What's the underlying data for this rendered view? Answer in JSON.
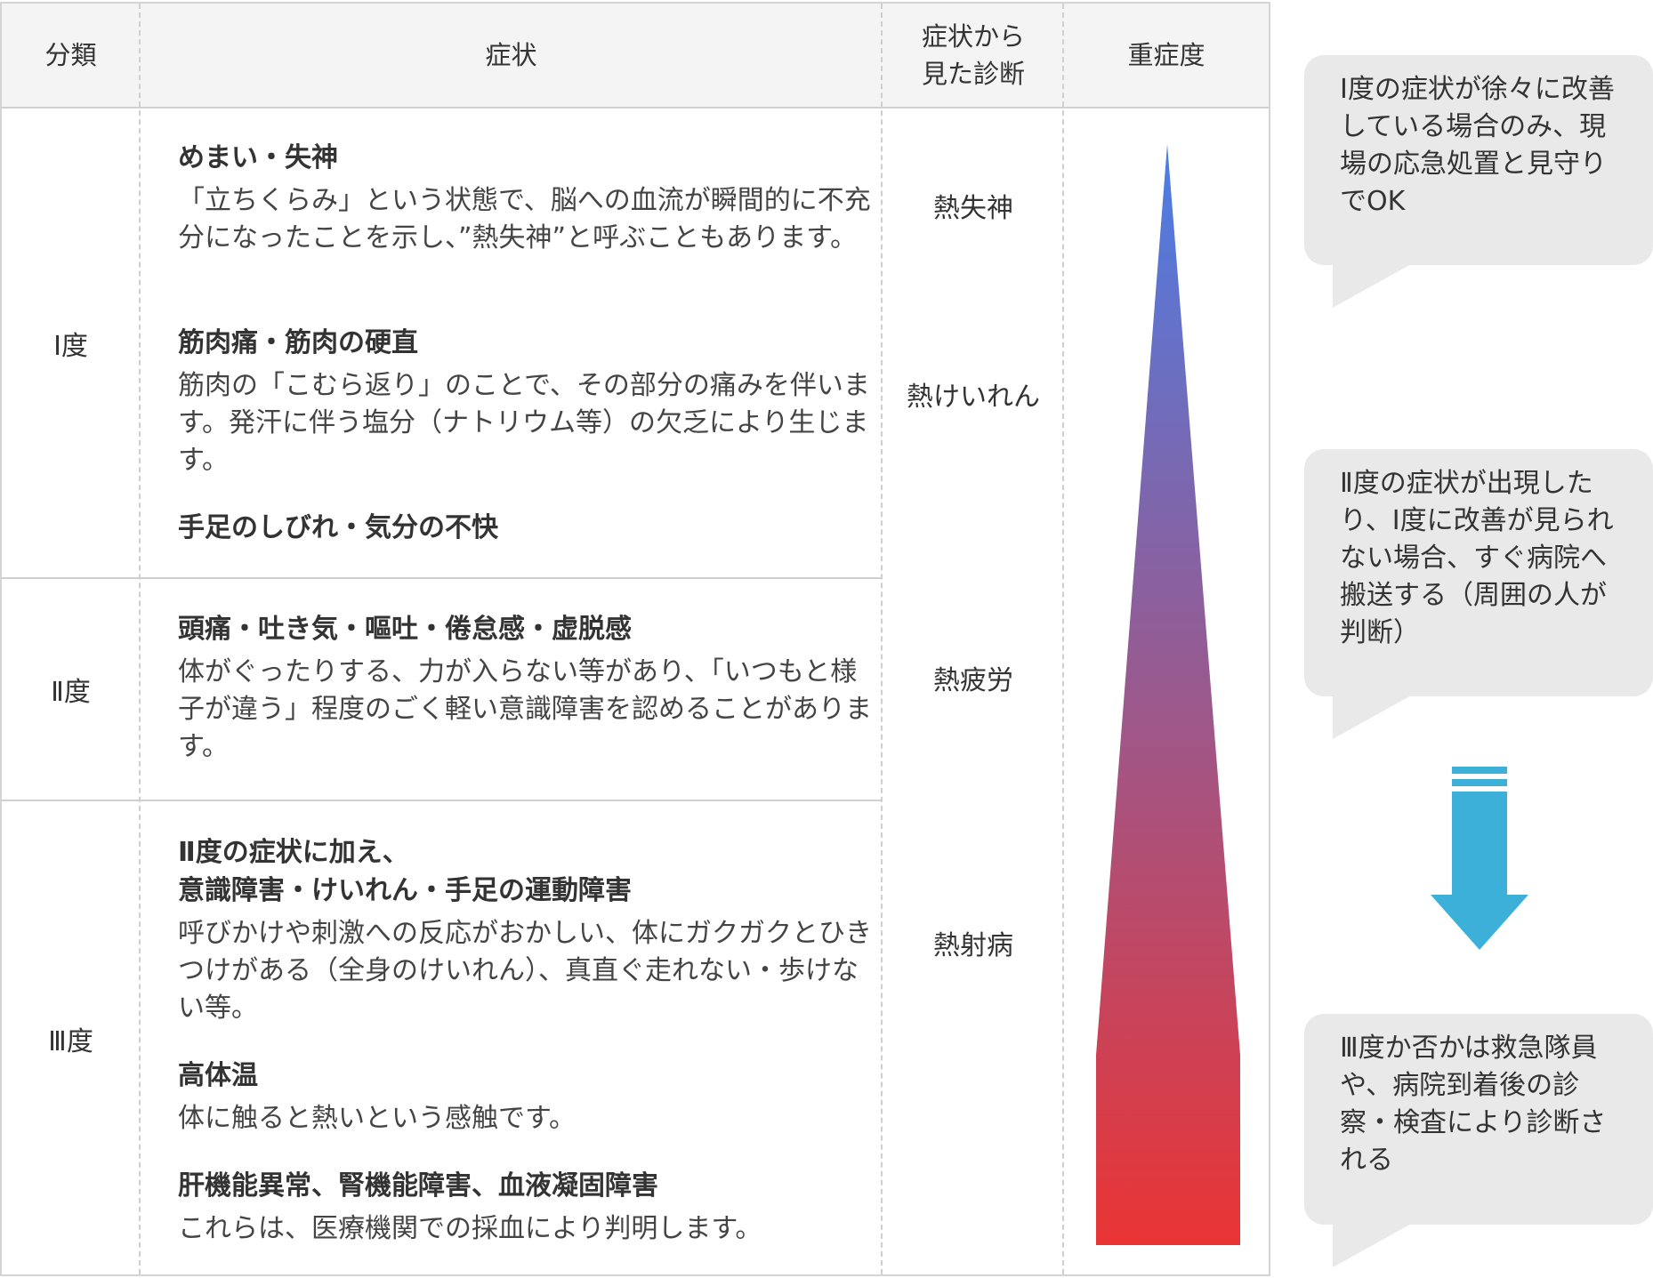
{
  "header": {
    "col1": "分類",
    "col2": "症状",
    "col3_line1": "症状から",
    "col3_line2": "見た診断",
    "col4": "重症度"
  },
  "rows": [
    {
      "grade": "Ⅰ度",
      "symptoms": [
        {
          "title": "めまい・失神",
          "desc": "「立ちくらみ」という状態で、脳への血流が瞬間的に不充分になったことを示し、”熱失神”と呼ぶこともあります。"
        },
        {
          "title": "筋肉痛・筋肉の硬直",
          "desc": "筋肉の「こむら返り」のことで、その部分の痛みを伴います。発汗に伴う塩分（ナトリウム等）の欠乏により生じます。"
        },
        {
          "title": "手足のしびれ・気分の不快",
          "desc": ""
        }
      ]
    },
    {
      "grade": "Ⅱ度",
      "symptoms": [
        {
          "title": "頭痛・吐き気・嘔吐・倦怠感・虚脱感",
          "desc": "体がぐったりする、力が入らない等があり、「いつもと様子が違う」程度のごく軽い意識障害を認めることがあります。"
        }
      ]
    },
    {
      "grade": "Ⅲ度",
      "symptoms": [
        {
          "title_line1": "Ⅱ度の症状に加え、",
          "title_line2": "意識障害・けいれん・手足の運動障害",
          "desc": "呼びかけや刺激への反応がおかしい、体にガクガクとひきつけがある（全身のけいれん）、真直ぐ走れない・歩けない等。"
        },
        {
          "title": "高体温",
          "desc": "体に触ると熱いという感触です。"
        },
        {
          "title": "肝機能異常、腎機能障害、血液凝固障害",
          "desc": "これらは、医療機関での採血により判明します。"
        }
      ]
    }
  ],
  "diagnoses": [
    "熱失神",
    "熱けいれん",
    "熱疲労",
    "熱射病"
  ],
  "severity_gradient": {
    "top_color": "#4a7ee6",
    "bottom_color": "#ea3434"
  },
  "bubbles": [
    "Ⅰ度の症状が徐々に改善している場合のみ、現場の応急処置と見守りでOK",
    "Ⅱ度の症状が出現したり、Ⅰ度に改善が見られない場合、すぐ病院へ搬送する（周囲の人が判断）",
    "Ⅲ度か否かは救急隊員や、病院到着後の診察・検査により診断される"
  ],
  "arrow_color": "#3cb0d8",
  "bubble_color": "#e9e9e9"
}
